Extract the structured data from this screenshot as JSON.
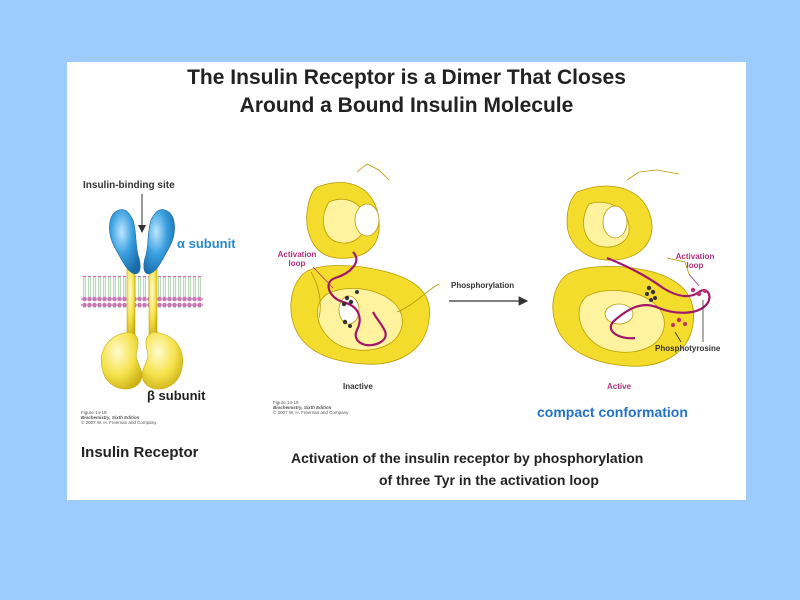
{
  "title": {
    "line1": "The Insulin Receptor is a Dimer That Closes",
    "line2": "Around a Bound Insulin Molecule"
  },
  "receptor": {
    "binding_site": "Insulin-binding site",
    "alpha": "α subunit",
    "beta": "β subunit",
    "caption": "Insulin Receptor",
    "credit_fig": "Figure 14-18",
    "credit_book": "Biochemistry, Sixth Edition",
    "credit_pub": "© 2007 W. H. Freeman and Company"
  },
  "structures": {
    "activation_loop_left": "Activation loop",
    "activation_loop_right": "Activation loop",
    "phosphorylation": "Phosphorylation",
    "inactive": "Inactive",
    "active": "Active",
    "phosphotyrosine": "Phosphotyrosine",
    "credit_fig": "Figure 14-19",
    "credit_book": "Biochemistry, Sixth Edition",
    "credit_pub": "© 2007 W. H. Freeman and Company",
    "compact": "compact conformation",
    "caption_line1": "Activation of the insulin receptor by phosphorylation",
    "caption_line2": "of three Tyr in the activation loop"
  },
  "colors": {
    "background": "#9ccbfc",
    "alpha_blue": "#3aa0e0",
    "beta_yellow": "#f2dd3c",
    "membrane": "#c878b4",
    "loop_magenta": "#a0186a",
    "compact_blue": "#2472c8"
  }
}
